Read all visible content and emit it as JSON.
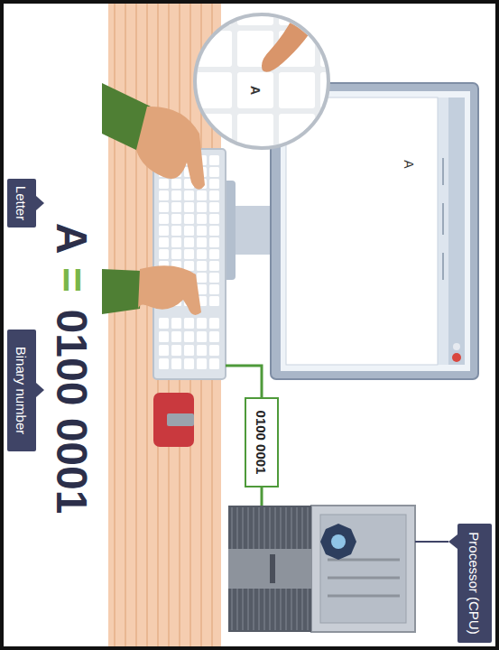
{
  "diagram": {
    "nodes": [
      {
        "text": [
          "0100 0001"
        ]
      },
      {
        "text": [
          "Processor (CPU)"
        ]
      },
      {
        "text": [
          "Letter"
        ]
      },
      {
        "text": [
          "Binary number"
        ]
      }
    ],
    "labels": [
      "A",
      "A",
      "A",
      "=",
      "0100 0001"
    ]
  }
}
